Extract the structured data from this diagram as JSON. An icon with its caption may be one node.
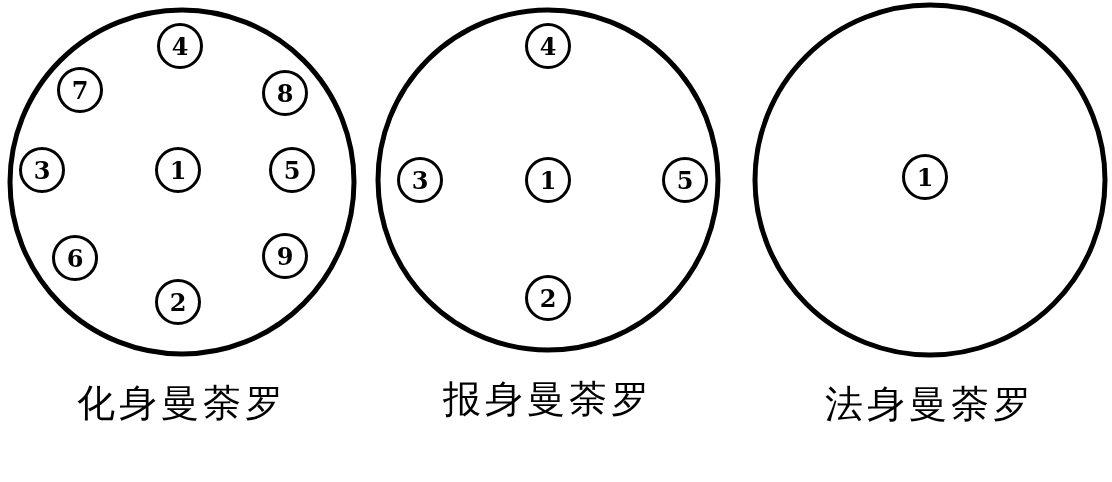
{
  "diagram": {
    "nodes": [
      {
        "text": [
          "化身曼荼罗"
        ]
      },
      {
        "text": [
          "4"
        ],
        "in": 0
      },
      {
        "text": [
          "7"
        ],
        "in": 0
      },
      {
        "text": [
          "8"
        ],
        "in": 0
      },
      {
        "text": [
          "3"
        ],
        "in": 0
      },
      {
        "text": [
          "1"
        ],
        "in": 0
      },
      {
        "text": [
          "5"
        ],
        "in": 0
      },
      {
        "text": [
          "6"
        ],
        "in": 0
      },
      {
        "text": [
          "9"
        ],
        "in": 0
      },
      {
        "text": [
          "2"
        ],
        "in": 0
      },
      {
        "text": [
          "报身曼荼罗"
        ]
      },
      {
        "text": [
          "4"
        ],
        "in": 10
      },
      {
        "text": [
          "3"
        ],
        "in": 10
      },
      {
        "text": [
          "1"
        ],
        "in": 10
      },
      {
        "text": [
          "5"
        ],
        "in": 10
      },
      {
        "text": [
          "2"
        ],
        "in": 10
      },
      {
        "text": [
          "法身曼荼罗"
        ]
      },
      {
        "text": [
          "1"
        ],
        "in": 16
      }
    ]
  }
}
